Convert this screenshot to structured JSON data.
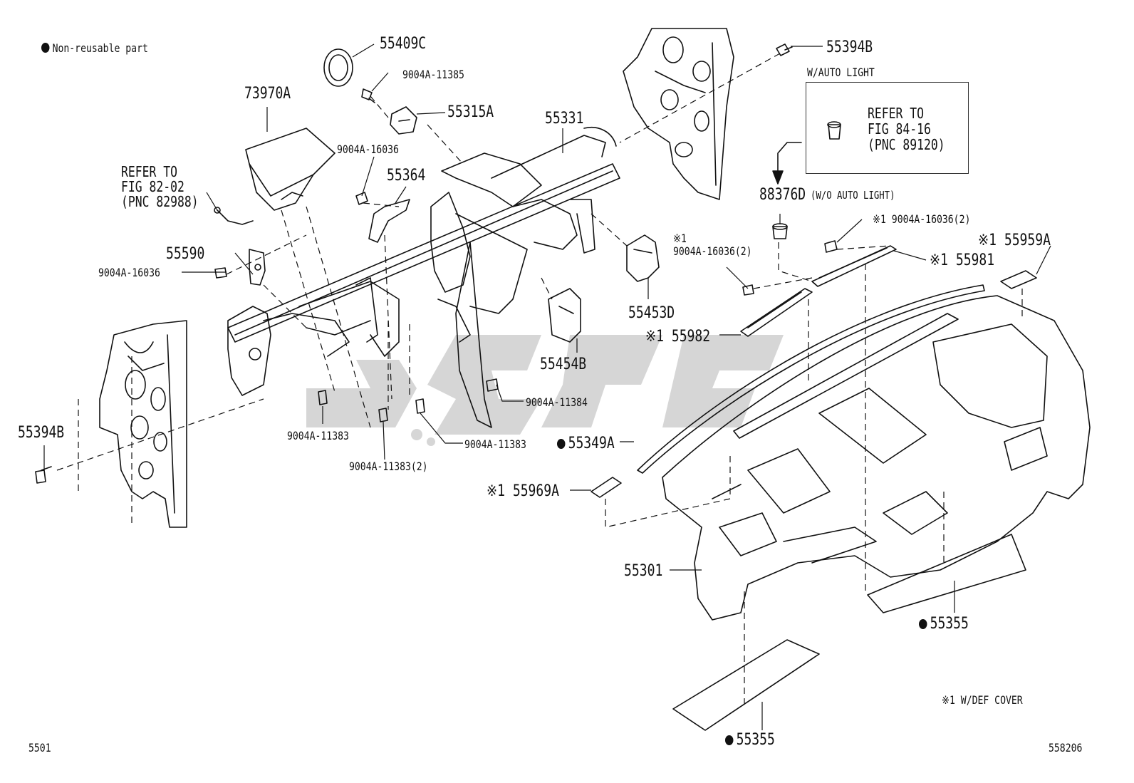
{
  "legend": {
    "non_reusable": "Non-reusable part"
  },
  "auto_light": {
    "title": "W/AUTO LIGHT",
    "refer_line1": "REFER TO",
    "refer_line2": "FIG 84-16",
    "refer_line3": "(PNC 89120)"
  },
  "refer_82": {
    "line1": "REFER TO",
    "line2": "FIG 82-02",
    "line3": "(PNC 82988)"
  },
  "parts": {
    "p55409C": "55409C",
    "p9004A_11385": "9004A-11385",
    "p55315A": "55315A",
    "p73970A": "73970A",
    "p55331": "55331",
    "p55394B_top": "55394B",
    "p9004A_16036_a": "9004A-16036",
    "p55364": "55364",
    "p88376D": "88376D",
    "p88376D_note": "(W/O AUTO LIGHT)",
    "p9004A_16036_2_top": "※1 9004A-16036(2)",
    "p55590": "55590",
    "p9004A_16036_b": "9004A-16036",
    "p9004A_16036_2_mid_mark": "※1",
    "p9004A_16036_2_mid": "9004A-16036(2)",
    "p55959A": "※1 55959A",
    "p55981": "※1 55981",
    "p55453D": "55453D",
    "p55454B": "55454B",
    "p55982": "※1 55982",
    "p9004A_11384": "9004A-11384",
    "p55394B_left": "55394B",
    "p9004A_11383_a": "9004A-11383",
    "p9004A_11383_b": "9004A-11383",
    "p9004A_11383_2": "9004A-11383(2)",
    "p55349A": "55349A",
    "p55969A": "※1 55969A",
    "p55301": "55301",
    "p55355_right": "55355",
    "p55355_bottom": "55355",
    "def_cover_note": "※1 W/DEF COVER"
  },
  "footer": {
    "left_code": "5501",
    "right_code": "558206"
  },
  "colors": {
    "line": "#111111",
    "watermark": "#c8c8c8"
  }
}
